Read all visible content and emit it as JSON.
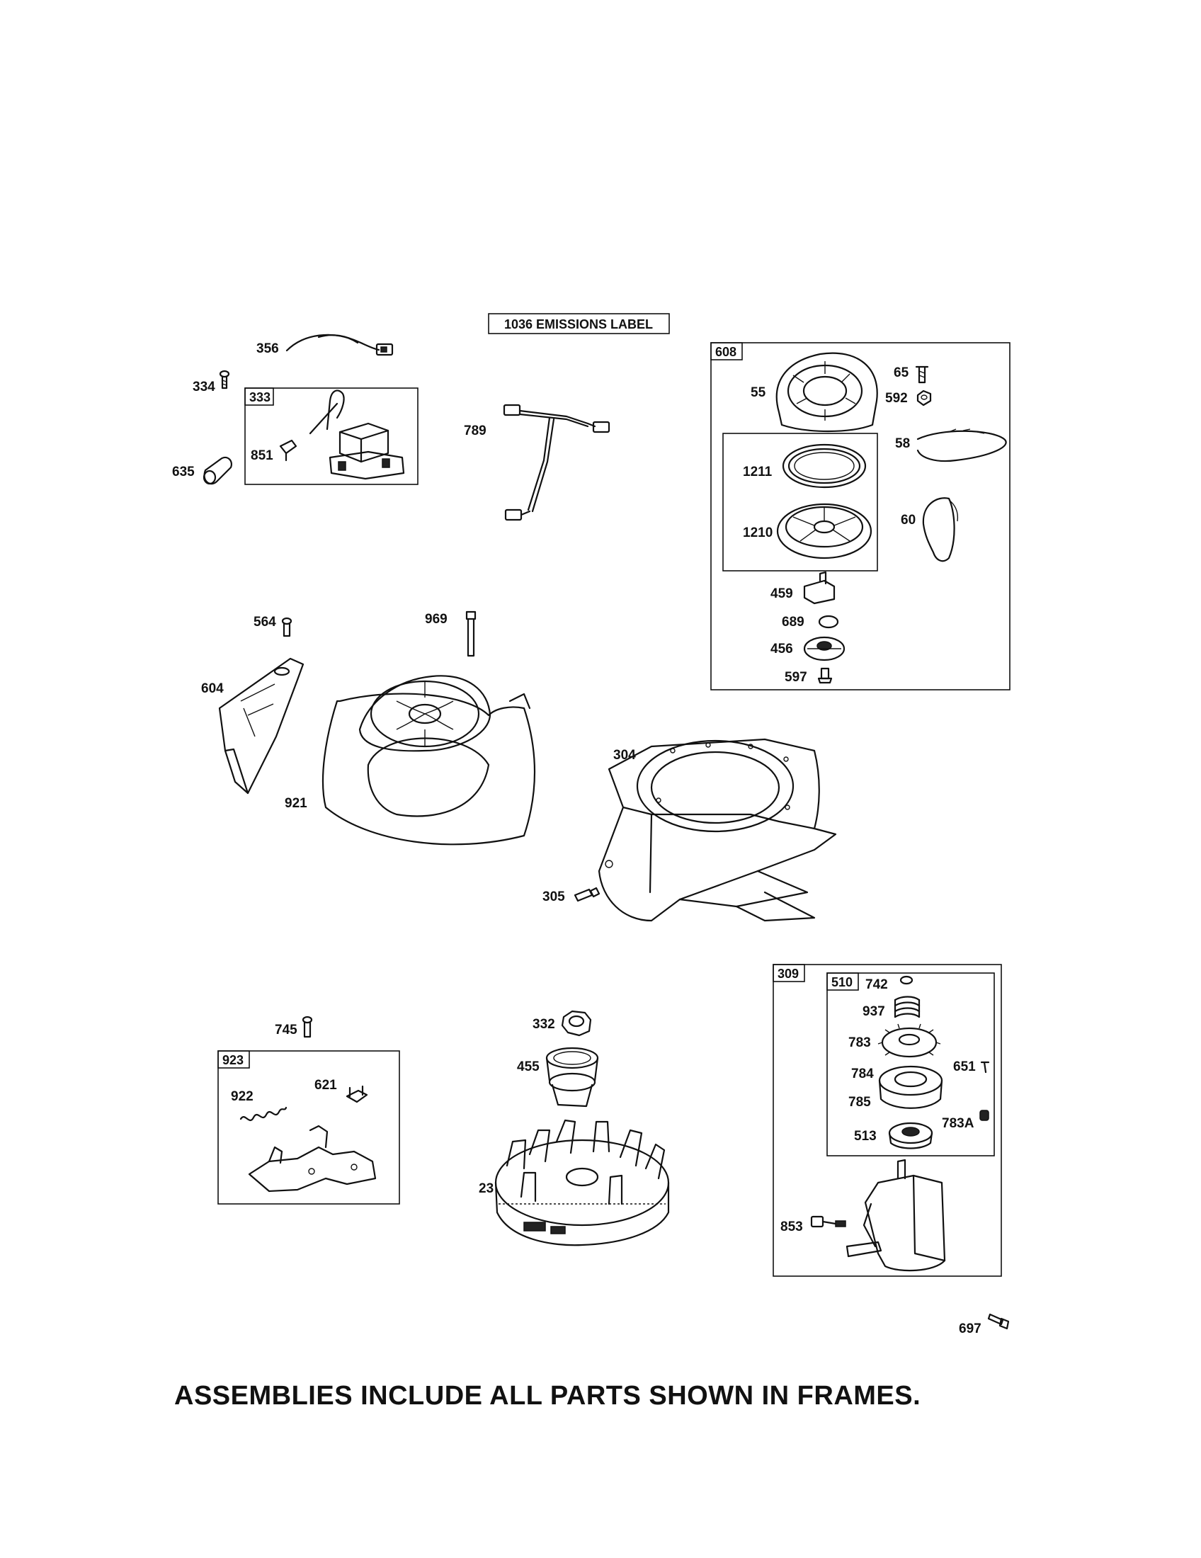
{
  "emissions_label": "1036 EMISSIONS LABEL",
  "footer_note": "ASSEMBLIES INCLUDE ALL PARTS SHOWN IN FRAMES.",
  "frames": {
    "f333": "333",
    "f608": "608",
    "f923": "923",
    "f309": "309",
    "f510": "510"
  },
  "parts": {
    "p356": "356",
    "p334": "334",
    "p851": "851",
    "p635": "635",
    "p789": "789",
    "p55": "55",
    "p65": "65",
    "p592": "592",
    "p58": "58",
    "p1211": "1211",
    "p1210": "1210",
    "p60": "60",
    "p459": "459",
    "p689": "689",
    "p456": "456",
    "p597": "597",
    "p564": "564",
    "p969": "969",
    "p604": "604",
    "p921": "921",
    "p304": "304",
    "p305": "305",
    "p745": "745",
    "p922": "922",
    "p621": "621",
    "p332": "332",
    "p455": "455",
    "p23": "23",
    "p742": "742",
    "p937": "937",
    "p783": "783",
    "p784": "784",
    "p651": "651",
    "p785": "785",
    "p783A": "783A",
    "p513": "513",
    "p853": "853",
    "p697": "697"
  }
}
